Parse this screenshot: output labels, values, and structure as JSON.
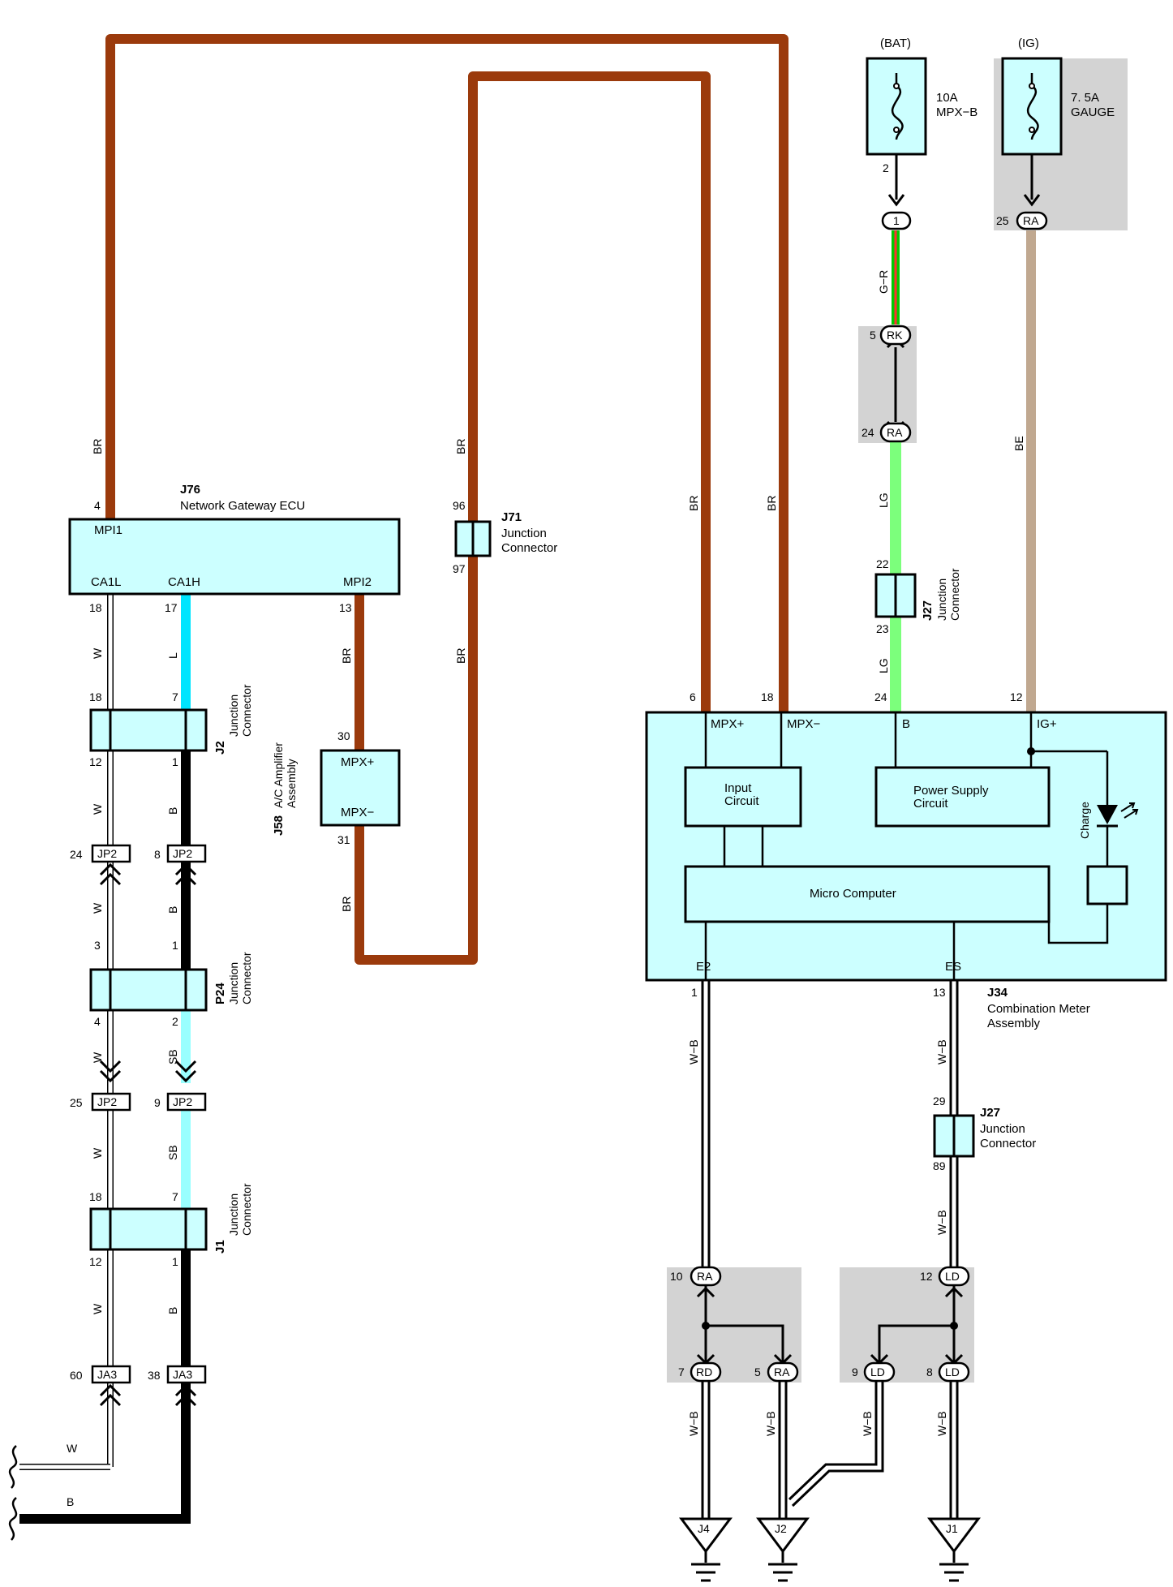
{
  "colors": {
    "BR": "#9b3a0c",
    "L": "#00e5ff",
    "SB": "#99ffff",
    "LG": "#7cff7c",
    "BE": "#c0a890",
    "W": "#ffffff",
    "B": "#000000",
    "component_fill": "#ccffff",
    "shade": "#d3d3d3"
  },
  "fuses": {
    "bat_source": "(BAT)",
    "bat_fuse_amp": "10A",
    "bat_fuse_name": "MPX−B",
    "bat_pin": "2",
    "ig_source": "(IG)",
    "ig_fuse_amp": "7. 5A",
    "ig_fuse_name": "GAUGE"
  },
  "components": {
    "j76": {
      "id": "J76",
      "name": "Network Gateway ECU",
      "pin_mpi1": "MPI1",
      "pin_ca1l": "CA1L",
      "pin_ca1h": "CA1H",
      "pin_mpi2": "MPI2"
    },
    "j71": {
      "id": "J71",
      "name1": "Junction",
      "name2": "Connector"
    },
    "j58": {
      "id": "J58",
      "name1": "A/C Amplifier",
      "name2": "Assembly",
      "pin_p": "MPX+",
      "pin_m": "MPX−"
    },
    "j2": {
      "id": "J2",
      "name1": "Junction",
      "name2": "Connector"
    },
    "p24": {
      "id": "P24",
      "name1": "Junction",
      "name2": "Connector"
    },
    "j1": {
      "id": "J1",
      "name1": "Junction",
      "name2": "Connector"
    },
    "j27a": {
      "id": "J27",
      "name1": "Junction",
      "name2": "Connector"
    },
    "j27b": {
      "id": "J27",
      "name1": "Junction",
      "name2": "Connector"
    },
    "j34": {
      "id": "J34",
      "name1": "Combination Meter",
      "name2": "Assembly",
      "pin_mpxp": "MPX+",
      "pin_mpxm": "MPX−",
      "pin_b": "B",
      "pin_igp": "IG+",
      "pin_e2": "E2",
      "pin_es": "ES",
      "input1": "Input",
      "input2": "Circuit",
      "power1": "Power Supply",
      "power2": "Circuit",
      "micro": "Micro Computer",
      "charge": "Charge"
    }
  },
  "connectors": {
    "c1": "1",
    "ra": "RA",
    "rk": "RK",
    "rd": "RD",
    "ld": "LD",
    "jp2": "JP2",
    "ja3": "JA3"
  },
  "wire_colors": {
    "br": "BR",
    "w": "W",
    "l": "L",
    "b": "B",
    "sb": "SB",
    "gr": "G−R",
    "lg": "LG",
    "be": "BE",
    "wb": "W−B"
  },
  "pins": {
    "p4": "4",
    "p18": "18",
    "p17": "17",
    "p13": "13",
    "p96": "96",
    "p97": "97",
    "p30": "30",
    "p31": "31",
    "p7": "7",
    "p12": "12",
    "p1": "1",
    "p24": "24",
    "p8": "8",
    "p3": "3",
    "p2": "2",
    "p25": "25",
    "p9": "9",
    "p60": "60",
    "p38": "38",
    "p6": "6",
    "p22": "22",
    "p23": "23",
    "p5": "5",
    "p13b": "13",
    "p29": "29",
    "p89": "89",
    "p10": "10"
  },
  "grounds": {
    "g_j4": "J4",
    "g_j2": "J2",
    "g_j1": "J1"
  }
}
